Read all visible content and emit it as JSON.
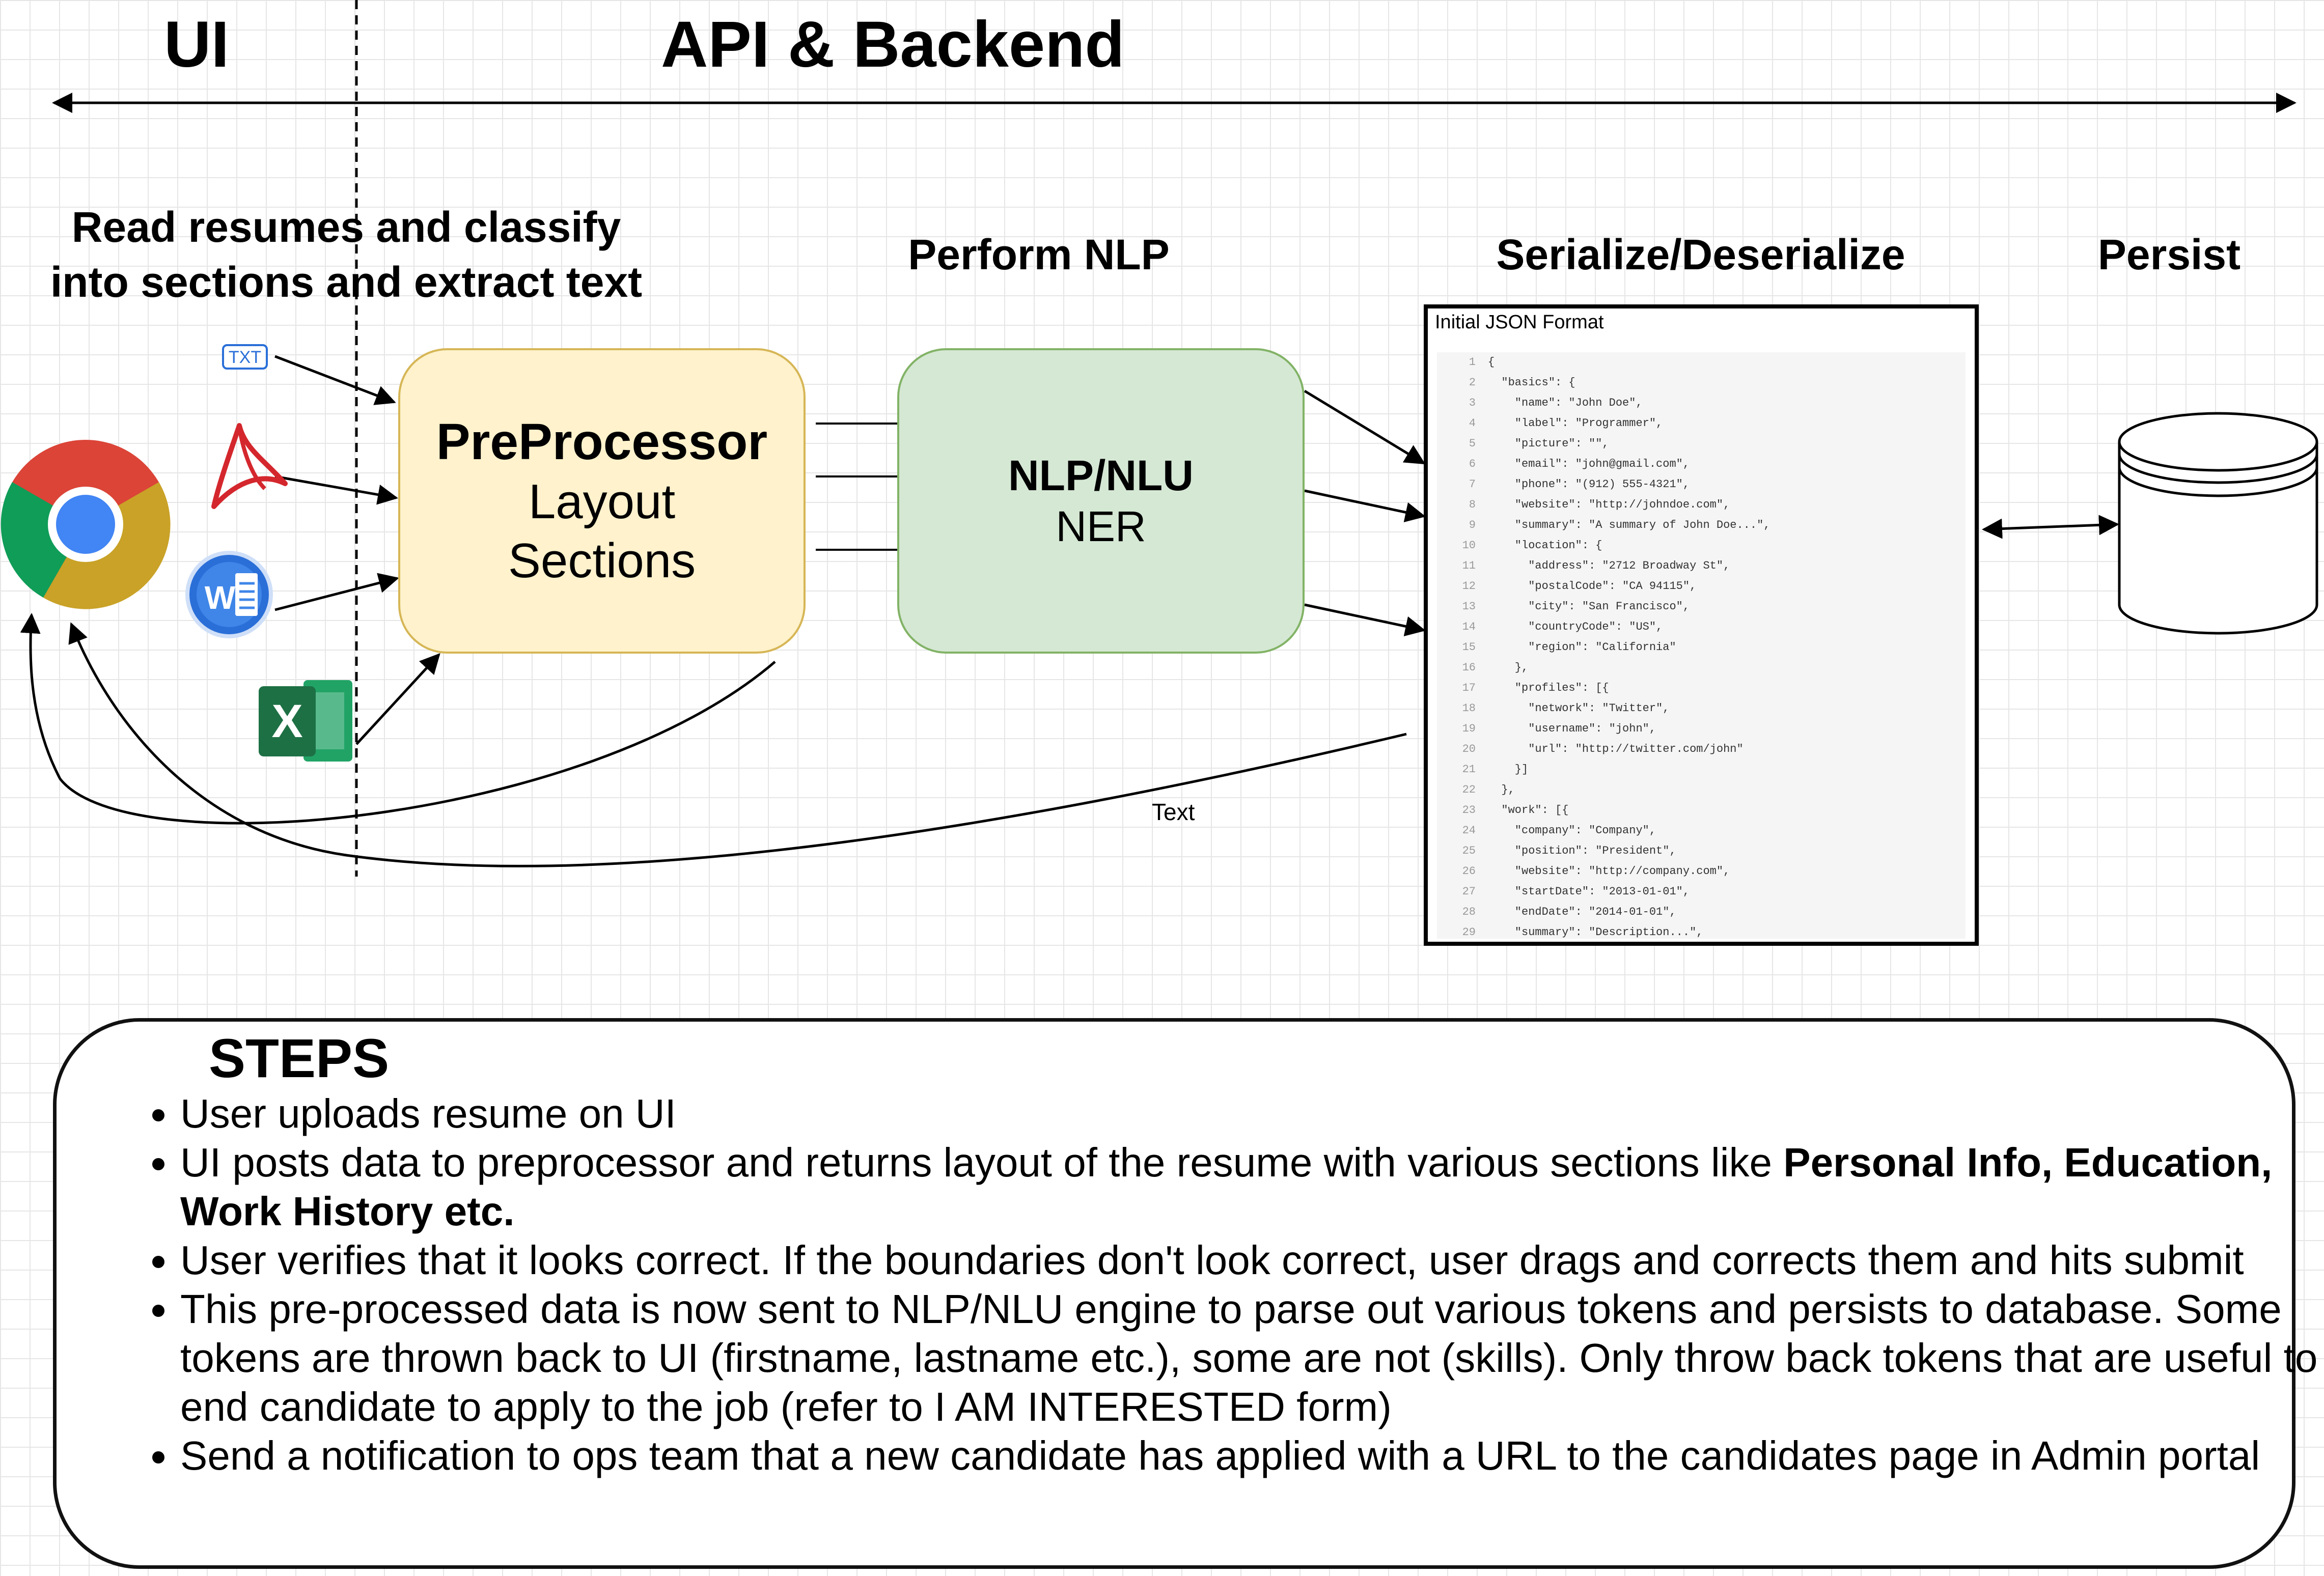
{
  "header": {
    "ui_label": "UI",
    "api_label": "API & Backend"
  },
  "stages": {
    "read": [
      "Read resumes and classify",
      "into sections and extract text"
    ],
    "nlp": "Perform NLP",
    "serialize": "Serialize/Deserialize",
    "persist": "Persist"
  },
  "preprocessor": {
    "title": "PreProcessor",
    "line2": "Layout",
    "line3": "Sections"
  },
  "nlp_box": {
    "title": "NLP/NLU",
    "line2": "NER"
  },
  "json_panel": {
    "title": "Initial JSON Format",
    "lines": [
      "{",
      "  \"basics\": {",
      "    \"name\": \"John Doe\",",
      "    \"label\": \"Programmer\",",
      "    \"picture\": \"\",",
      "    \"email\": \"john@gmail.com\",",
      "    \"phone\": \"(912) 555-4321\",",
      "    \"website\": \"http://johndoe.com\",",
      "    \"summary\": \"A summary of John Doe...\",",
      "    \"location\": {",
      "      \"address\": \"2712 Broadway St\",",
      "      \"postalCode\": \"CA 94115\",",
      "      \"city\": \"San Francisco\",",
      "      \"countryCode\": \"US\",",
      "      \"region\": \"California\"",
      "    },",
      "    \"profiles\": [{",
      "      \"network\": \"Twitter\",",
      "      \"username\": \"john\",",
      "      \"url\": \"http://twitter.com/john\"",
      "    }]",
      "  },",
      "  \"work\": [{",
      "    \"company\": \"Company\",",
      "    \"position\": \"President\",",
      "    \"website\": \"http://company.com\",",
      "    \"startDate\": \"2013-01-01\",",
      "    \"endDate\": \"2014-01-01\",",
      "    \"summary\": \"Description...\","
    ]
  },
  "icons": {
    "txt_badge": "TXT",
    "word_letter": "W",
    "excel_letter": "X"
  },
  "edge_labels": {
    "text": "Text"
  },
  "steps": {
    "title": "STEPS",
    "items": [
      {
        "text": "User uploads resume on UI",
        "bold": ""
      },
      {
        "text": "UI posts data to preprocessor and returns layout of the resume with various sections like ",
        "bold": "Personal Info, Education, Work History etc."
      },
      {
        "text": "User verifies that it looks correct. If the boundaries don't look correct, user drags and corrects them and hits submit",
        "bold": ""
      },
      {
        "text": "This pre-processed data is now sent to NLP/NLU engine to parse out various tokens and persists to database. Some tokens are thrown back to UI (firstname, lastname etc.), some are not (skills). Only throw back tokens that are useful to end candidate to apply to the job (refer to I AM INTERESTED form)",
        "bold": ""
      },
      {
        "text": "Send a notification to ops team that a new candidate has applied with a URL to the candidates page in Admin portal",
        "bold": ""
      }
    ]
  },
  "colors": {
    "preprocessor_fill": "#fff2cc",
    "preprocessor_stroke": "#d6b656",
    "nlp_fill": "#d5e8d4",
    "nlp_stroke": "#82b366",
    "grid": "#e6e6e6",
    "excel_green": "#1d7044",
    "word_blue": "#2a6fd8",
    "pdf_red": "#d4272d",
    "chrome_red": "#db4437",
    "chrome_green": "#0f9d58",
    "chrome_yellow": "#c9a227",
    "chrome_blue": "#4285f4"
  }
}
